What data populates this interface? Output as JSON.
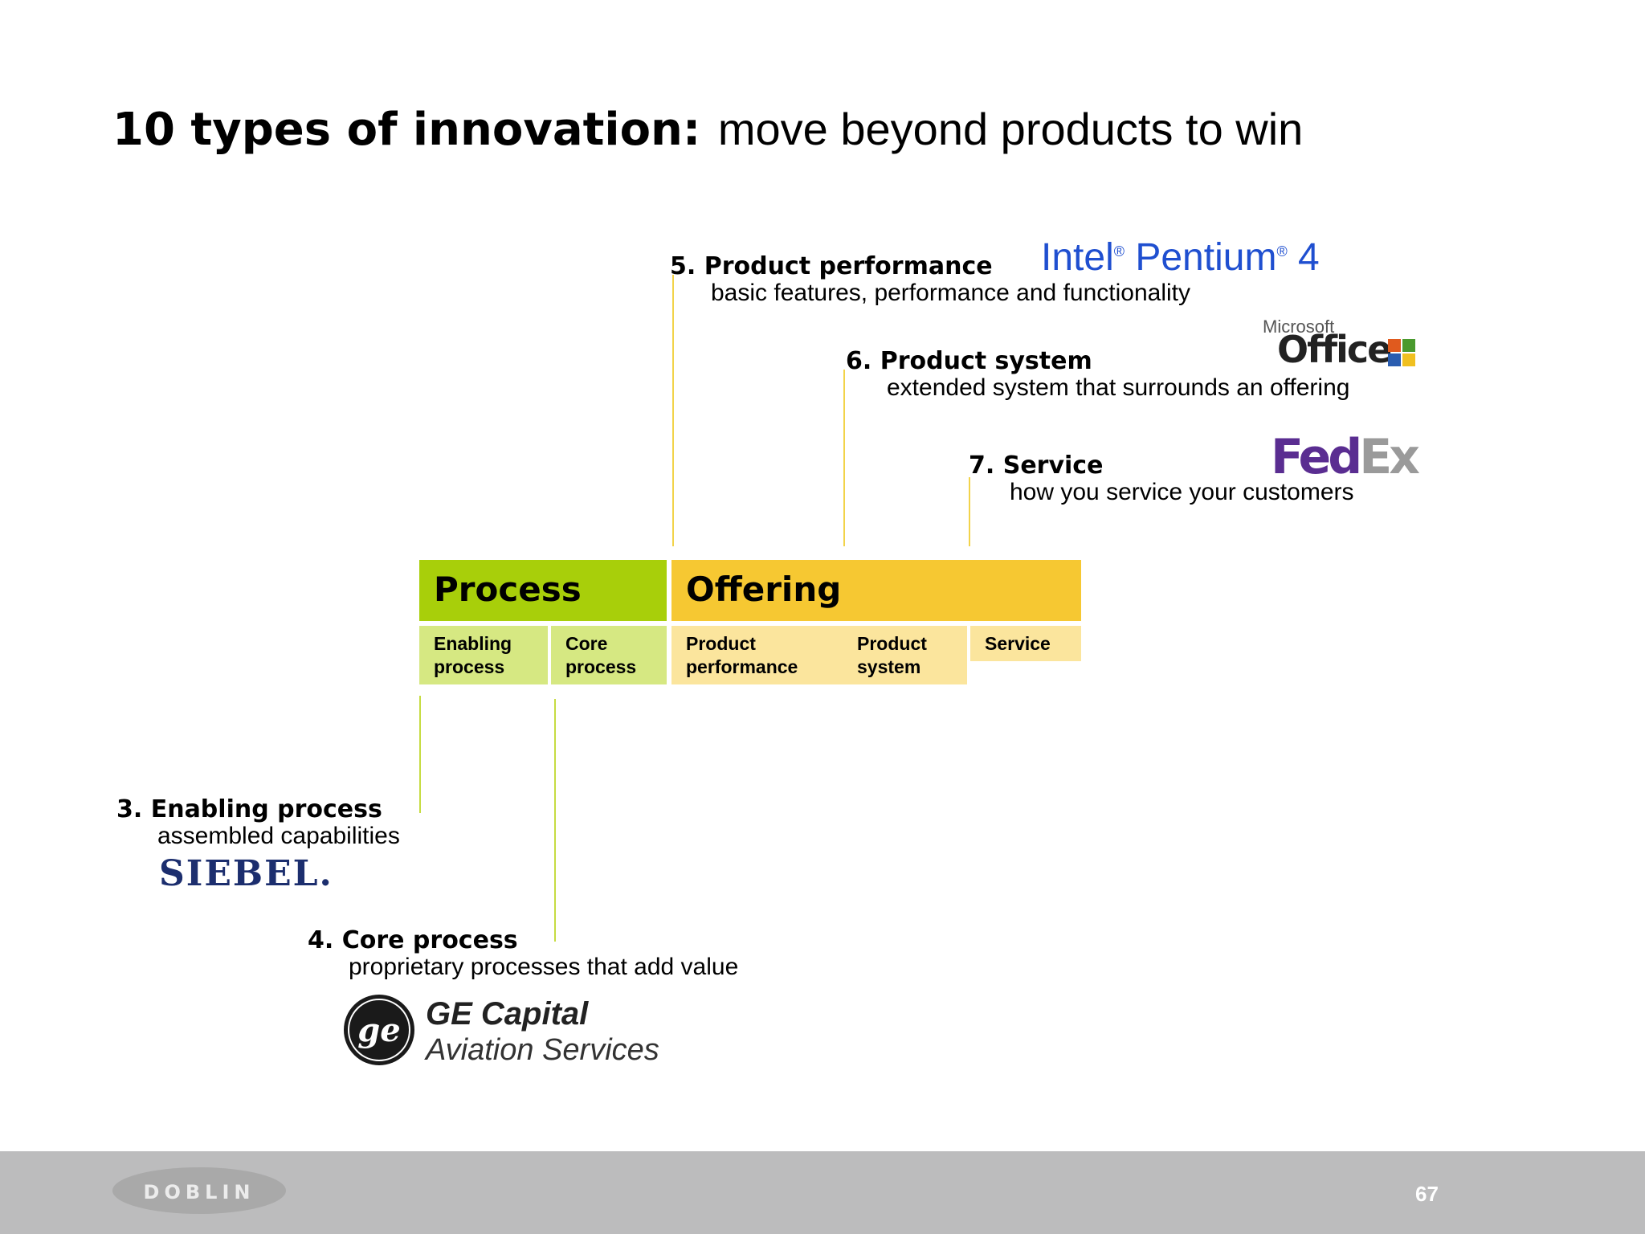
{
  "title": {
    "bold": "10 types of innovation:",
    "rest": "move beyond products to win"
  },
  "categories": {
    "product_performance": {
      "head": "5. Product performance",
      "desc": "basic features, performance and functionality"
    },
    "product_system": {
      "head": "6. Product system",
      "desc": "extended system that surrounds an offering"
    },
    "service": {
      "head": "7. Service",
      "desc": "how you service your customers"
    },
    "enabling_process": {
      "head": "3. Enabling process",
      "desc": "assembled capabilities"
    },
    "core_process": {
      "head": "4. Core process",
      "desc": "proprietary processes that add value"
    }
  },
  "blocks": {
    "process": "Process",
    "offering": "Offering"
  },
  "subcells": {
    "enabling": [
      "Enabling",
      "process"
    ],
    "core": [
      "Core",
      "process"
    ],
    "product_performance": [
      "Product",
      "performance"
    ],
    "product_system": [
      "Product",
      "system"
    ],
    "service": [
      "Service"
    ]
  },
  "logos": {
    "intel": {
      "brand": "Intel",
      "product": "Pentium",
      "version": "4",
      "reg": "®"
    },
    "office": {
      "maker": "Microsoft",
      "product": "Office"
    },
    "fedex": {
      "part1": "Fed",
      "part2": "Ex"
    },
    "siebel": "SIEBEL.",
    "ge": {
      "line1": "GE Capital",
      "line2": "Aviation Services"
    }
  },
  "colors": {
    "process_green": "#a8cf0a",
    "offering_yellow": "#f6c832",
    "intel_blue": "#1f4fd0",
    "fedex_purple": "#5a2d91",
    "siebel_navy": "#1c2e6e"
  },
  "footer": {
    "logo": "DOBLIN",
    "page_number": "67"
  }
}
